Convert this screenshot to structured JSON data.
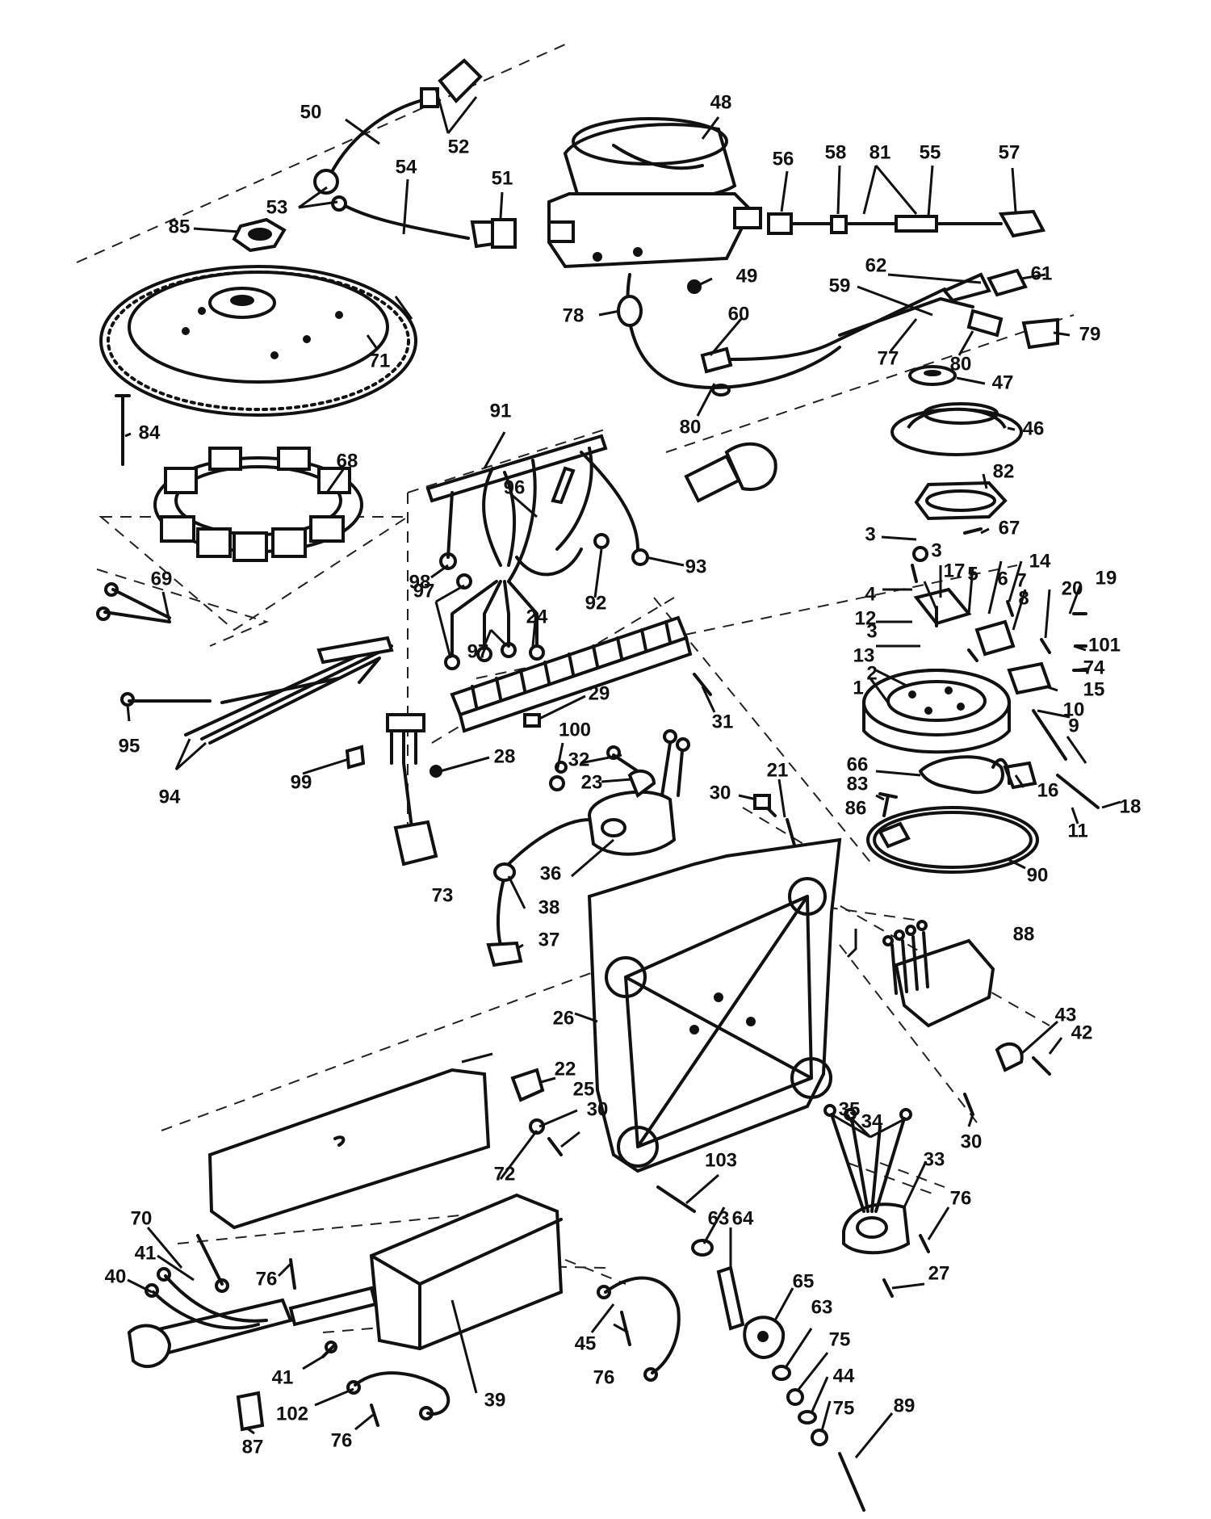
{
  "callouts": [
    {
      "id": "c1",
      "label": "1"
    },
    {
      "id": "c2",
      "label": "2"
    },
    {
      "id": "c3a",
      "label": "3"
    },
    {
      "id": "c3b",
      "label": "3"
    },
    {
      "id": "c3c",
      "label": "3"
    },
    {
      "id": "c4",
      "label": "4"
    },
    {
      "id": "c5",
      "label": "5"
    },
    {
      "id": "c6",
      "label": "6"
    },
    {
      "id": "c7",
      "label": "7"
    },
    {
      "id": "c8",
      "label": "8"
    },
    {
      "id": "c9",
      "label": "9"
    },
    {
      "id": "c10",
      "label": "10"
    },
    {
      "id": "c11",
      "label": "11"
    },
    {
      "id": "c12",
      "label": "12"
    },
    {
      "id": "c13",
      "label": "13"
    },
    {
      "id": "c14",
      "label": "14"
    },
    {
      "id": "c15",
      "label": "15"
    },
    {
      "id": "c16",
      "label": "16"
    },
    {
      "id": "c17",
      "label": "17"
    },
    {
      "id": "c18",
      "label": "18"
    },
    {
      "id": "c19",
      "label": "19"
    },
    {
      "id": "c20",
      "label": "20"
    },
    {
      "id": "c21",
      "label": "21"
    },
    {
      "id": "c22",
      "label": "22"
    },
    {
      "id": "c23",
      "label": "23"
    },
    {
      "id": "c24",
      "label": "24"
    },
    {
      "id": "c25",
      "label": "25"
    },
    {
      "id": "c26",
      "label": "26"
    },
    {
      "id": "c27",
      "label": "27"
    },
    {
      "id": "c28",
      "label": "28"
    },
    {
      "id": "c29",
      "label": "29"
    },
    {
      "id": "c30a",
      "label": "30"
    },
    {
      "id": "c30b",
      "label": "30"
    },
    {
      "id": "c30c",
      "label": "30"
    },
    {
      "id": "c31",
      "label": "31"
    },
    {
      "id": "c32",
      "label": "32"
    },
    {
      "id": "c33",
      "label": "33"
    },
    {
      "id": "c34",
      "label": "34"
    },
    {
      "id": "c35",
      "label": "35"
    },
    {
      "id": "c36",
      "label": "36"
    },
    {
      "id": "c37",
      "label": "37"
    },
    {
      "id": "c38",
      "label": "38"
    },
    {
      "id": "c39",
      "label": "39"
    },
    {
      "id": "c40",
      "label": "40"
    },
    {
      "id": "c41a",
      "label": "41"
    },
    {
      "id": "c41b",
      "label": "41"
    },
    {
      "id": "c42",
      "label": "42"
    },
    {
      "id": "c43",
      "label": "43"
    },
    {
      "id": "c44",
      "label": "44"
    },
    {
      "id": "c45",
      "label": "45"
    },
    {
      "id": "c46",
      "label": "46"
    },
    {
      "id": "c47",
      "label": "47"
    },
    {
      "id": "c48",
      "label": "48"
    },
    {
      "id": "c49",
      "label": "49"
    },
    {
      "id": "c50",
      "label": "50"
    },
    {
      "id": "c51",
      "label": "51"
    },
    {
      "id": "c52",
      "label": "52"
    },
    {
      "id": "c53",
      "label": "53"
    },
    {
      "id": "c54",
      "label": "54"
    },
    {
      "id": "c55",
      "label": "55"
    },
    {
      "id": "c56",
      "label": "56"
    },
    {
      "id": "c57",
      "label": "57"
    },
    {
      "id": "c58",
      "label": "58"
    },
    {
      "id": "c59",
      "label": "59"
    },
    {
      "id": "c60",
      "label": "60"
    },
    {
      "id": "c61",
      "label": "61"
    },
    {
      "id": "c62",
      "label": "62"
    },
    {
      "id": "c63a",
      "label": "63"
    },
    {
      "id": "c63b",
      "label": "63"
    },
    {
      "id": "c64",
      "label": "64"
    },
    {
      "id": "c65",
      "label": "65"
    },
    {
      "id": "c66",
      "label": "66"
    },
    {
      "id": "c67",
      "label": "67"
    },
    {
      "id": "c68",
      "label": "68"
    },
    {
      "id": "c69",
      "label": "69"
    },
    {
      "id": "c70",
      "label": "70"
    },
    {
      "id": "c71",
      "label": "71"
    },
    {
      "id": "c72",
      "label": "72"
    },
    {
      "id": "c73",
      "label": "73"
    },
    {
      "id": "c74",
      "label": "74"
    },
    {
      "id": "c75a",
      "label": "75"
    },
    {
      "id": "c75b",
      "label": "75"
    },
    {
      "id": "c76a",
      "label": "76"
    },
    {
      "id": "c76b",
      "label": "76"
    },
    {
      "id": "c76c",
      "label": "76"
    },
    {
      "id": "c76d",
      "label": "76"
    },
    {
      "id": "c77",
      "label": "77"
    },
    {
      "id": "c78",
      "label": "78"
    },
    {
      "id": "c79",
      "label": "79"
    },
    {
      "id": "c80a",
      "label": "80"
    },
    {
      "id": "c80b",
      "label": "80"
    },
    {
      "id": "c81",
      "label": "81"
    },
    {
      "id": "c82",
      "label": "82"
    },
    {
      "id": "c83",
      "label": "83"
    },
    {
      "id": "c84",
      "label": "84"
    },
    {
      "id": "c85",
      "label": "85"
    },
    {
      "id": "c86",
      "label": "86"
    },
    {
      "id": "c87",
      "label": "87"
    },
    {
      "id": "c88",
      "label": "88"
    },
    {
      "id": "c89",
      "label": "89"
    },
    {
      "id": "c90",
      "label": "90"
    },
    {
      "id": "c91",
      "label": "91"
    },
    {
      "id": "c92",
      "label": "92"
    },
    {
      "id": "c93",
      "label": "93"
    },
    {
      "id": "c94",
      "label": "94"
    },
    {
      "id": "c95",
      "label": "95"
    },
    {
      "id": "c96",
      "label": "96"
    },
    {
      "id": "c97a",
      "label": "97"
    },
    {
      "id": "c97b",
      "label": "97"
    },
    {
      "id": "c98",
      "label": "98"
    },
    {
      "id": "c99",
      "label": "99"
    },
    {
      "id": "c100",
      "label": "100"
    },
    {
      "id": "c101",
      "label": "101"
    },
    {
      "id": "c102",
      "label": "102"
    },
    {
      "id": "c103",
      "label": "103"
    }
  ]
}
